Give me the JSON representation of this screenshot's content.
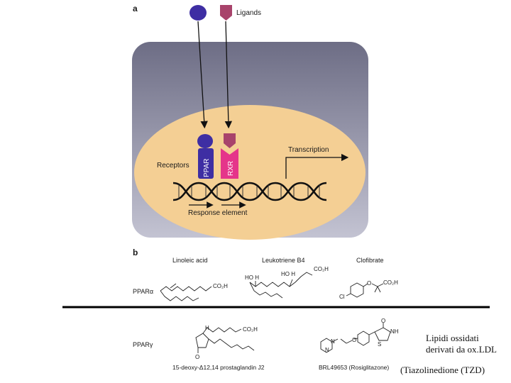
{
  "panel_a": {
    "letter": "a",
    "ligands_label": "Ligands",
    "receptors_label": "Receptors",
    "ppar_label": "PPAR",
    "rxr_label": "RXR",
    "transcription_label": "Transcription",
    "response_element_label": "Response element"
  },
  "panel_b": {
    "letter": "b",
    "compounds": {
      "linoleic_acid": "Linoleic acid",
      "leukotriene_b4": "Leukotriene B4",
      "clofibrate": "Clofibrate",
      "prostaglandin": "15-deoxy-Δ12,14 prostaglandin J2",
      "brl": "BRL49653 (Rosiglitazone)"
    },
    "row_labels": {
      "alpha": "PPARα",
      "gamma": "PPARγ"
    },
    "chem_labels": {
      "co2h": "CO₂H",
      "ho_h": "HO  H",
      "h": "H",
      "o": "O",
      "cl": "Cl",
      "n": "N",
      "nh": "NH",
      "s": "S"
    }
  },
  "annotations": {
    "lipids_line1": "Lipidi ossidati",
    "lipids_line2": "derivati da ox.LDL",
    "tzd": "(Tiazolinedione (TZD)"
  },
  "colors": {
    "cell_bg": "#7f7f96",
    "nucleus": "#f4cf94",
    "ppar": "#3e2ea3",
    "rxr_ligand": "#a8436b",
    "rxr_box": "#e5358a",
    "divider": "#000000"
  }
}
